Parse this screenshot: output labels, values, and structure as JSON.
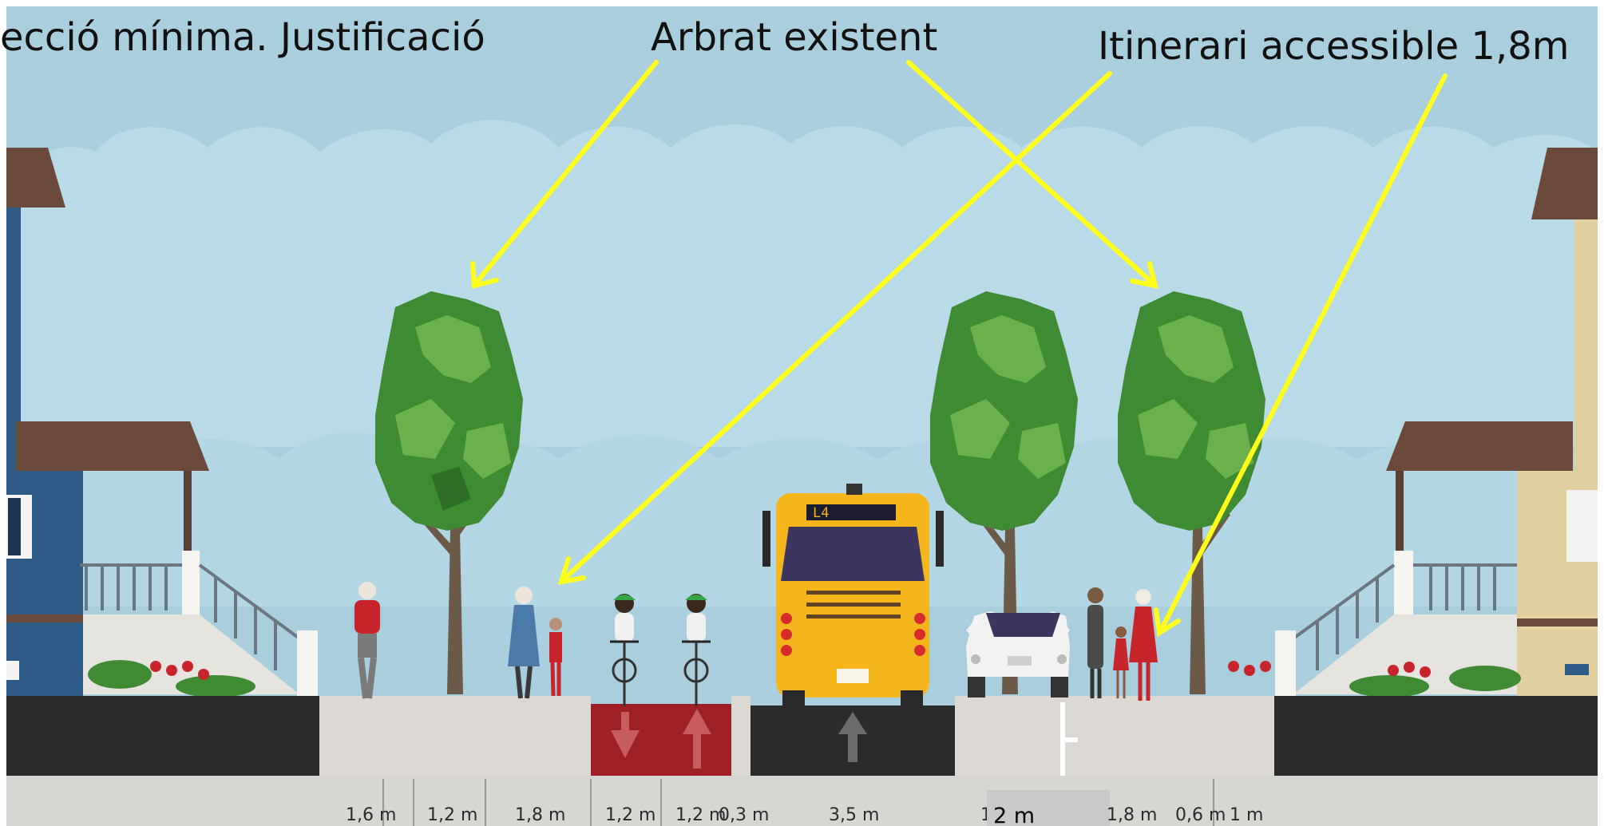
{
  "annotations": {
    "title": "ecció mínima. Justificació",
    "trees": "Arbrat existent",
    "route": "Itinerari accessible 1,8m"
  },
  "bus": {
    "route_code": "L4"
  },
  "dimensions": [
    "1,6 m",
    "1,2 m",
    "1,8 m",
    "1,2 m",
    "1,2 m",
    "0,3 m",
    "3,5 m",
    "1",
    "2 m",
    "1,8 m",
    "0,6 m",
    "1 m"
  ],
  "colors": {
    "sky": "#a9cfdf",
    "arrow": "#ffff1a",
    "bike_lane": "#9e1f24",
    "road": "#2a2c2c",
    "sidewalk": "#dcd8d4",
    "bus": "#f5b51c",
    "tree_dark": "#3f8b33",
    "tree_light": "#6ab04c"
  }
}
